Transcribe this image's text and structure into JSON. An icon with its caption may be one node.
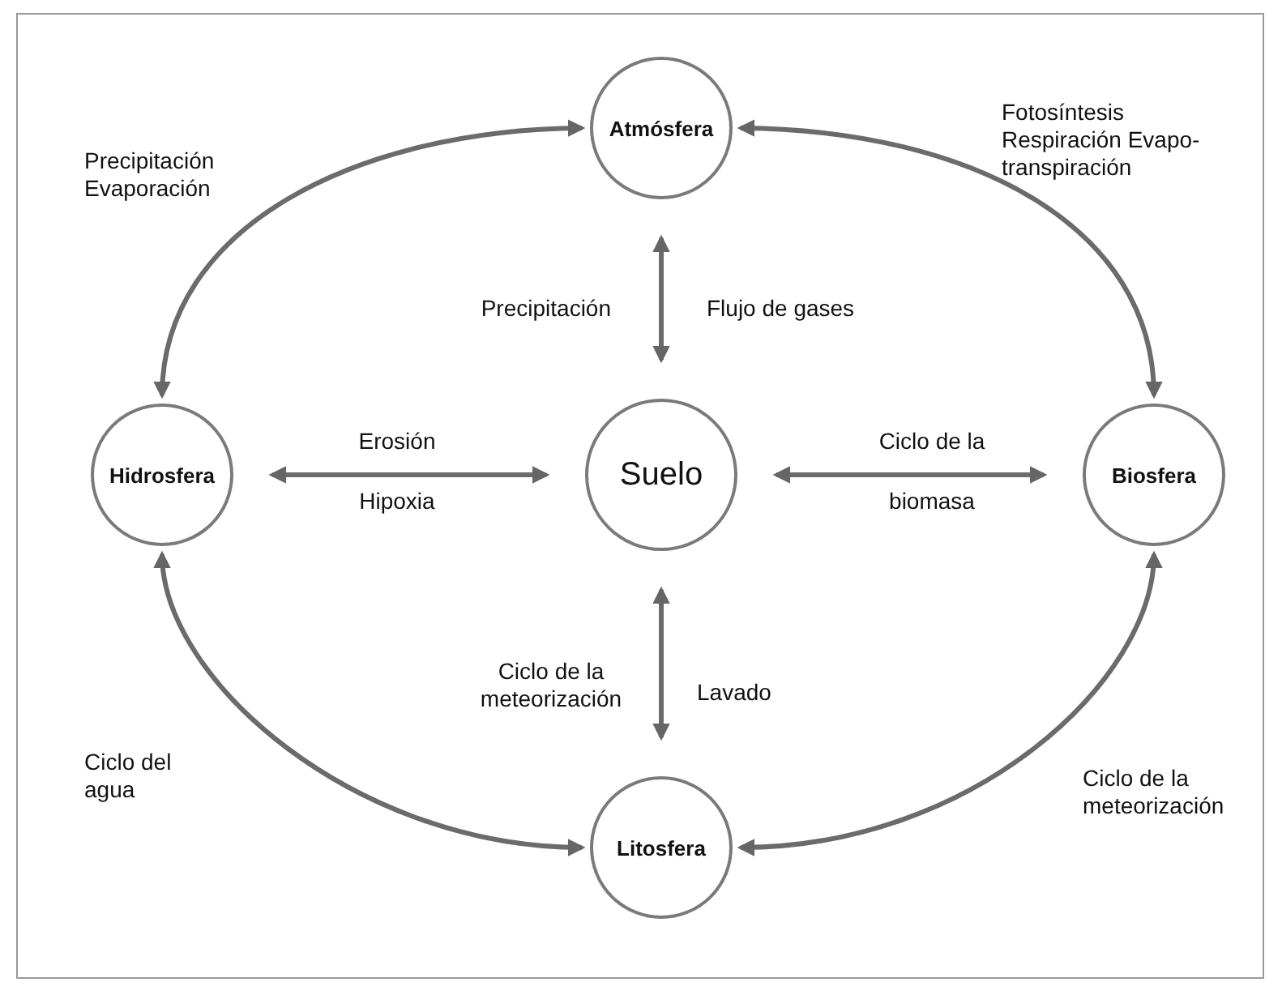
{
  "diagram": {
    "nodes": [
      {
        "text": [
          "Atmósfera"
        ]
      },
      {
        "text": [
          "Hidrosfera"
        ]
      },
      {
        "text": [
          "Suelo"
        ]
      },
      {
        "text": [
          "Biosfera"
        ]
      },
      {
        "text": [
          "Litosfera"
        ]
      }
    ],
    "edges": [
      {
        "from": 0,
        "to": 1,
        "arrow": "both",
        "label": "Precipitación Evaporación"
      },
      {
        "from": 0,
        "to": 3,
        "arrow": "both",
        "label": "Fotosíntesis Respiración Evapo-transpiración"
      },
      {
        "from": 0,
        "to": 2,
        "arrow": "both",
        "label": "Precipitación"
      },
      {
        "from": 1,
        "to": 2,
        "arrow": "both",
        "label": "Erosión"
      },
      {
        "from": 2,
        "to": 3,
        "arrow": "both",
        "label": "Ciclo de la"
      },
      {
        "from": 2,
        "to": 4,
        "arrow": "both",
        "label": "Ciclo de la meteorización"
      },
      {
        "from": 1,
        "to": 4,
        "arrow": "both",
        "label": "Ciclo del agua"
      },
      {
        "from": 3,
        "to": 4,
        "arrow": "both",
        "label": "Ciclo de la meteorización"
      }
    ],
    "labels": [
      "Flujo de gases",
      "Hipoxia",
      "biomasa",
      "Lavado"
    ]
  }
}
